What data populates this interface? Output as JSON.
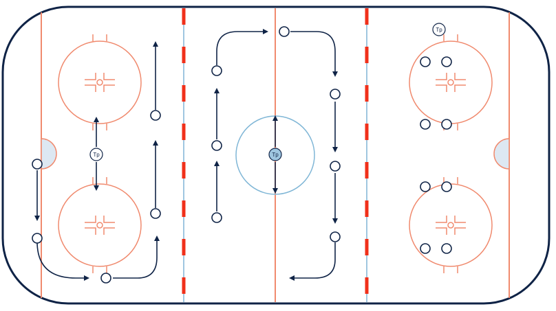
{
  "coach_marks": [
    {
      "id": "coach-left",
      "label": "Tp"
    },
    {
      "id": "coach-center",
      "label": "Tp"
    },
    {
      "id": "coach-right",
      "label": "Tp"
    }
  ],
  "colors": {
    "board": "#0f2346",
    "goal_line": "#f08a6e",
    "faceoff": "#f08a6e",
    "center_circle": "#7fb6d6",
    "blue_line": "#9fc6e0",
    "dashed_line": "#f0301a",
    "crease_fill": "#dde8f2",
    "player": "#0f2346"
  }
}
